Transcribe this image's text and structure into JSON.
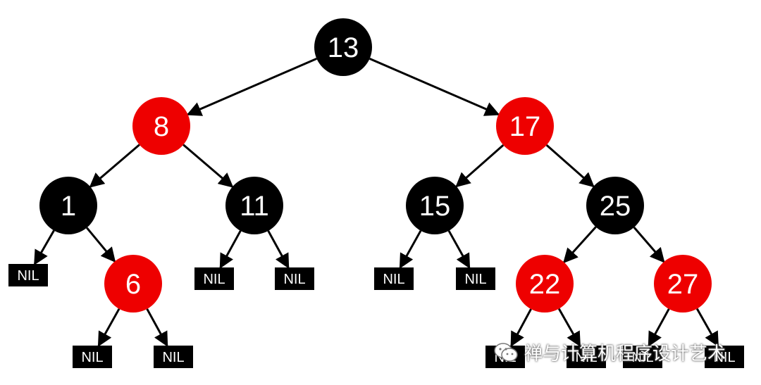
{
  "colors": {
    "black_node": "#000000",
    "red_node": "#ee0000",
    "edge": "#000000",
    "label": "#ffffff"
  },
  "nodes": [
    {
      "id": "n13",
      "label": "13",
      "color": "black"
    },
    {
      "id": "n8",
      "label": "8",
      "color": "red"
    },
    {
      "id": "n17",
      "label": "17",
      "color": "red"
    },
    {
      "id": "n1",
      "label": "1",
      "color": "black"
    },
    {
      "id": "n11",
      "label": "11",
      "color": "black"
    },
    {
      "id": "n15",
      "label": "15",
      "color": "black"
    },
    {
      "id": "n25",
      "label": "25",
      "color": "black"
    },
    {
      "id": "n6",
      "label": "6",
      "color": "red"
    },
    {
      "id": "n22",
      "label": "22",
      "color": "red"
    },
    {
      "id": "n27",
      "label": "27",
      "color": "red"
    }
  ],
  "nil_label": "NIL",
  "nil_leaves": [
    {
      "id": "nil1a",
      "parent": "n1"
    },
    {
      "id": "nil6a",
      "parent": "n6"
    },
    {
      "id": "nil6b",
      "parent": "n6"
    },
    {
      "id": "nil11a",
      "parent": "n11"
    },
    {
      "id": "nil11b",
      "parent": "n11"
    },
    {
      "id": "nil15a",
      "parent": "n15"
    },
    {
      "id": "nil15b",
      "parent": "n15"
    },
    {
      "id": "nil22a",
      "parent": "n22"
    },
    {
      "id": "nil22b",
      "parent": "n22"
    },
    {
      "id": "nil27a",
      "parent": "n27"
    },
    {
      "id": "nil27b",
      "parent": "n27"
    }
  ],
  "edges": [
    [
      "n13",
      "n8"
    ],
    [
      "n13",
      "n17"
    ],
    [
      "n8",
      "n1"
    ],
    [
      "n8",
      "n11"
    ],
    [
      "n17",
      "n15"
    ],
    [
      "n17",
      "n25"
    ],
    [
      "n1",
      "nil1a"
    ],
    [
      "n1",
      "n6"
    ],
    [
      "n6",
      "nil6a"
    ],
    [
      "n6",
      "nil6b"
    ],
    [
      "n11",
      "nil11a"
    ],
    [
      "n11",
      "nil11b"
    ],
    [
      "n15",
      "nil15a"
    ],
    [
      "n15",
      "nil15b"
    ],
    [
      "n25",
      "n22"
    ],
    [
      "n25",
      "n27"
    ],
    [
      "n22",
      "nil22a"
    ],
    [
      "n22",
      "nil22b"
    ],
    [
      "n27",
      "nil27a"
    ],
    [
      "n27",
      "nil27b"
    ]
  ],
  "watermark": {
    "text": "禅与计算机程序设计艺术",
    "icon": "wechat-icon"
  }
}
